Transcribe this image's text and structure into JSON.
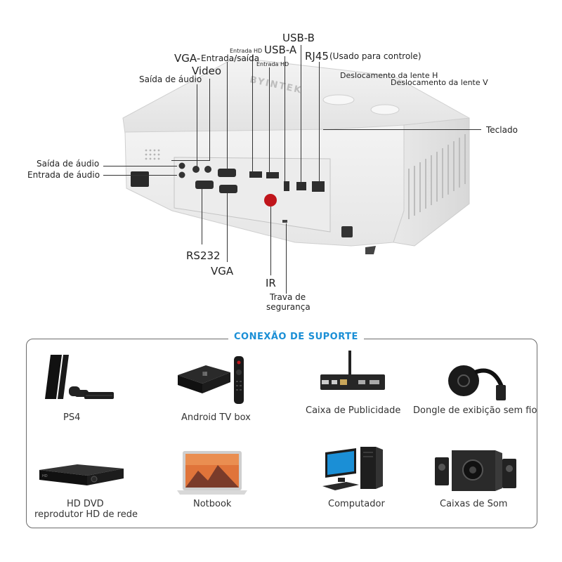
{
  "projector": {
    "brand": "BYINTEK",
    "labels": {
      "usb_b": "USB-B",
      "usb_a": "USB-A",
      "entrada_hd_top": "Entrada HD",
      "entrada_hd_mid": "Entrada HD",
      "vga_prefix": "VGA-",
      "entrada_saida": "Entrada/saída",
      "video": "Video",
      "rj45": "RJ45",
      "rj45_note": "(Usado para controle)",
      "saida_audio_top": "Saída de áudio",
      "deslocamento_h": "Deslocamento da lente H",
      "deslocamento_v": "Deslocamento da lente V",
      "teclado": "Teclado",
      "saida_audio_left": "Saída de áudio",
      "entrada_audio": "Entrada de áudio",
      "rs232": "RS232",
      "vga_bottom": "VGA",
      "ir": "IR",
      "trava_line1": "Trava de",
      "trava_line2": "segurança"
    }
  },
  "support": {
    "title": "CONEXÃO DE SUPORTE",
    "devices": [
      {
        "label": "PS4",
        "icon": "ps4-console-icon"
      },
      {
        "label": "Android TV box",
        "icon": "android-tv-box-icon"
      },
      {
        "label": "Caixa de Publicidade",
        "icon": "advertising-box-icon"
      },
      {
        "label": "Dongle de exibição sem fio",
        "icon": "wireless-dongle-icon"
      },
      {
        "label_line1": "HD DVD",
        "label_line2": "reprodutor HD de rede",
        "icon": "hd-dvd-player-icon"
      },
      {
        "label": "Notbook",
        "icon": "notebook-icon"
      },
      {
        "label": "Computador",
        "icon": "computer-icon"
      },
      {
        "label": "Caixas de Som",
        "icon": "speakers-icon"
      }
    ]
  }
}
